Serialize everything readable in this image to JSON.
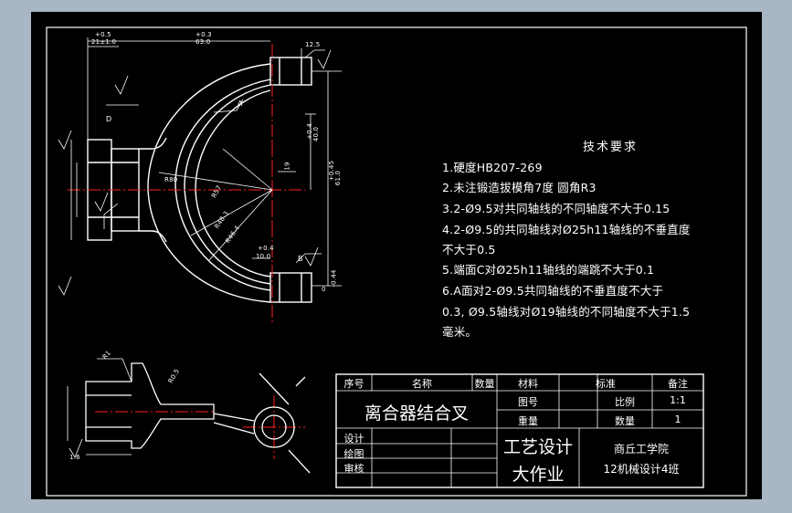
{
  "drawing": {
    "tech_title": "技术要求",
    "requirements": [
      "1.硬度HB207-269",
      "2.未注锻造拔模角7度  圆角R3",
      "3.2-Ø9.5对共同轴线的不同轴度不大于0.15",
      "4.2-Ø9.5的共同轴线对Ø25h11轴线的不垂直度",
      "不大于0.5",
      "5.端面C对Ø25h11轴线的端跳不大于0.1",
      "6.A面对2-Ø9.5共同轴线的不垂直度不大于",
      "0.3, Ø9.5轴线对Ø19轴线的不同轴度不大于1.5",
      "毫米。"
    ],
    "dims": [
      "+0.5",
      "21±1.0",
      "+0.3",
      "63.0",
      "12.5",
      "A",
      "D",
      "+0.4",
      "40.0",
      "19",
      "+0.45",
      "61.0",
      "R80",
      "R57",
      "R48.3",
      "R46.4",
      "+0.4",
      "10.0",
      "B",
      "0",
      "-0.44",
      "R1",
      "R0.5",
      "1.6"
    ]
  },
  "title_block": {
    "headers": [
      "序号",
      "名称",
      "数量",
      "材料",
      "标准",
      "备注"
    ],
    "part_name": "离合器结合叉",
    "labels": {
      "drawing_no": "图号",
      "weight": "重量",
      "scale": "比例",
      "quantity": "数量",
      "design": "设计",
      "draw": "绘图",
      "check": "审核"
    },
    "values": {
      "scale": "1:1",
      "quantity": "1"
    },
    "project": "工艺设计大作业",
    "school": "商丘工学院",
    "class": "12机械设计4班"
  },
  "colors": {
    "background": "#a9b6c3",
    "sheet": "#000000",
    "line": "#ffffff",
    "center_line": "#ff2020"
  }
}
